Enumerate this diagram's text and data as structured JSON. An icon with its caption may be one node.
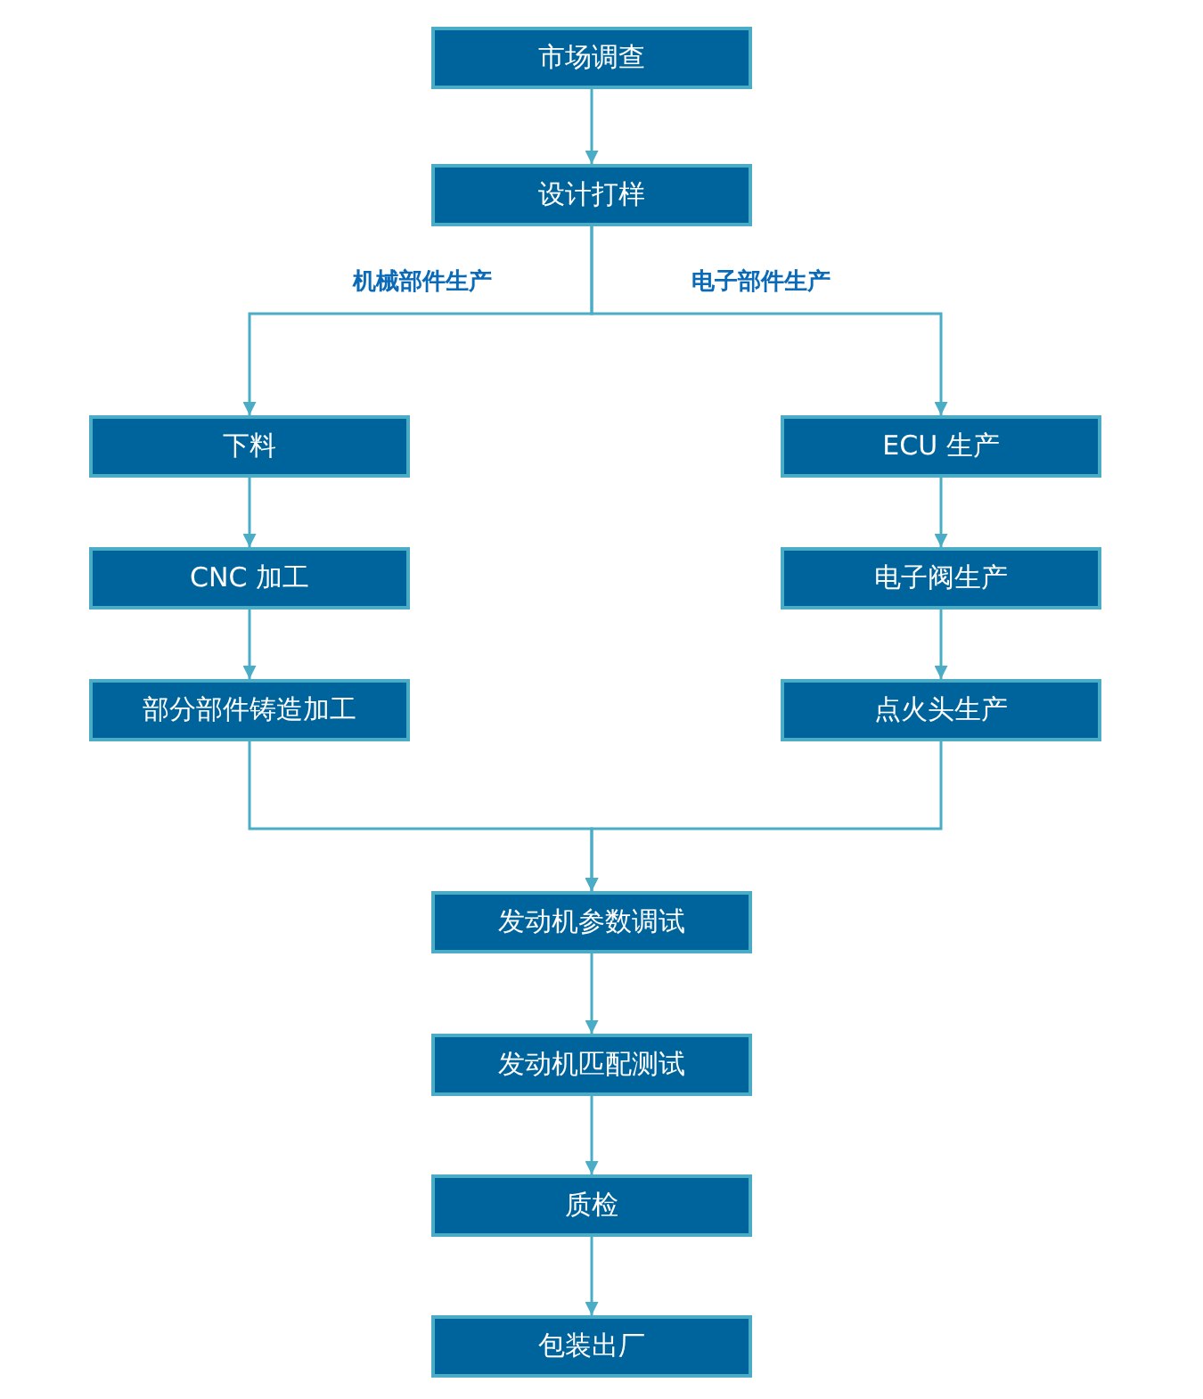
{
  "diagram": {
    "nodes": [
      {
        "text": [
          "市场调查"
        ]
      },
      {
        "text": [
          "设计打样"
        ]
      },
      {
        "text": [
          "下料"
        ]
      },
      {
        "text": [
          "CNC 加工"
        ]
      },
      {
        "text": [
          "部分部件铸造加工"
        ]
      },
      {
        "text": [
          "ECU 生产"
        ]
      },
      {
        "text": [
          "电子阀生产"
        ]
      },
      {
        "text": [
          "点火头生产"
        ]
      },
      {
        "text": [
          "发动机参数调试"
        ]
      },
      {
        "text": [
          "发动机匹配测试"
        ]
      },
      {
        "text": [
          "质检"
        ]
      },
      {
        "text": [
          "包装出厂"
        ]
      }
    ],
    "edges": [
      {
        "from": 0,
        "to": 1,
        "arrow": "to"
      },
      {
        "from": 1,
        "to": 2,
        "arrow": "to",
        "label": "机械部件生产"
      },
      {
        "from": 1,
        "to": 5,
        "arrow": "to",
        "label": "电子部件生产"
      },
      {
        "from": 2,
        "to": 3,
        "arrow": "to"
      },
      {
        "from": 3,
        "to": 4,
        "arrow": "to"
      },
      {
        "from": 5,
        "to": 6,
        "arrow": "to"
      },
      {
        "from": 6,
        "to": 7,
        "arrow": "to"
      },
      {
        "from": 4,
        "to": 8,
        "arrow": "to"
      },
      {
        "from": 7,
        "to": 8,
        "arrow": "to"
      },
      {
        "from": 8,
        "to": 9,
        "arrow": "to"
      },
      {
        "from": 9,
        "to": 10,
        "arrow": "to"
      },
      {
        "from": 10,
        "to": 11,
        "arrow": "to"
      }
    ]
  }
}
